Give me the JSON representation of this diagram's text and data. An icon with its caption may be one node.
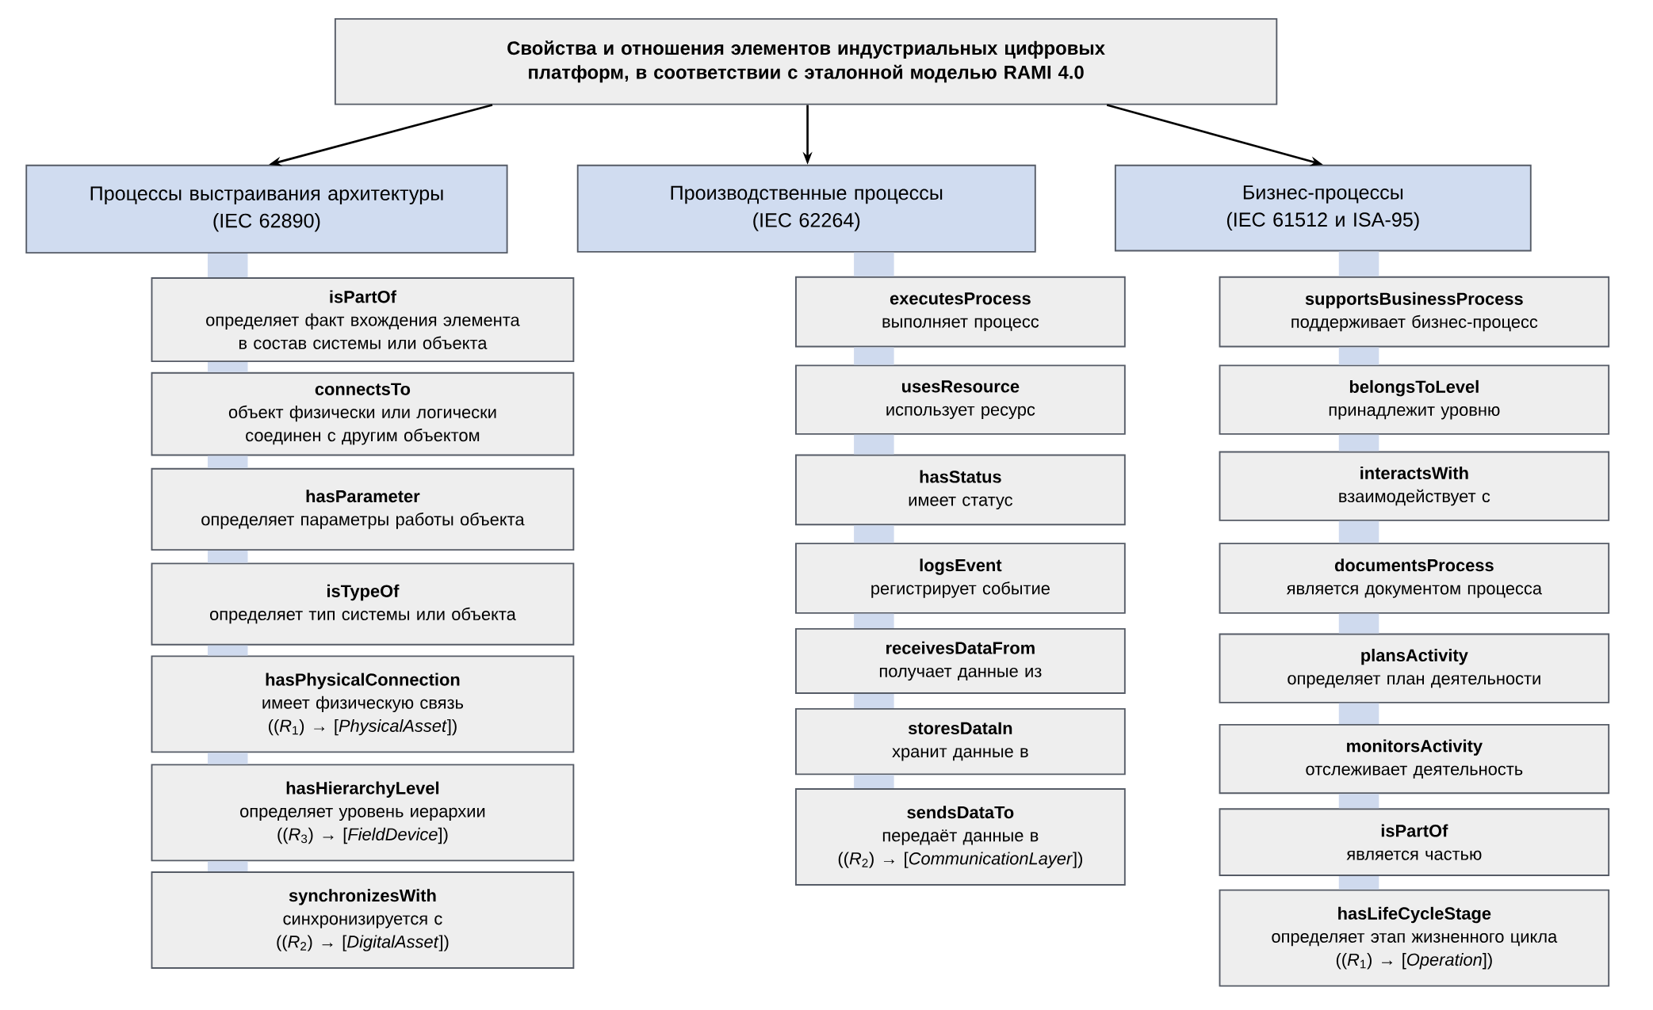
{
  "diagram": {
    "nodes": [
      {
        "text": [
          "Свойства и отношения элементов индустриальных цифровых платформ, в соответствии с эталонной моделью RAMI 4.0"
        ]
      },
      {
        "text": [
          "Процессы выстраивания архитектуры",
          "(IEC 62890)"
        ]
      },
      {
        "text": [
          "Производственные процессы",
          "(IEC 62264)"
        ]
      },
      {
        "text": [
          "Бизнес-процессы",
          "(IEC 61512 и ISA-95)"
        ]
      },
      {
        "text": [
          "isPartOf",
          "определяет факт вхождения элемента в состав системы или объекта"
        ]
      },
      {
        "text": [
          "connectsTo",
          "объект физически или логически соединен с другим объектом"
        ]
      },
      {
        "text": [
          "hasParameter",
          "определяет параметры работы объекта"
        ]
      },
      {
        "text": [
          "isTypeOf",
          "определяет тип системы или объекта"
        ]
      },
      {
        "text": [
          "hasPhysicalConnection",
          "имеет физическую связь",
          "((*R*$_{1}$) → [*PhysicalAsset*])"
        ]
      },
      {
        "text": [
          "hasHierarchyLevel",
          "определяет уровень иерархии",
          "((*R*$_{3}$) → [*FieldDevice*])"
        ]
      },
      {
        "text": [
          "synchronizesWith",
          "синхронизируется с",
          "((*R*$_{2}$) → [*DigitalAsset*])"
        ]
      },
      {
        "text": [
          "executesProcess",
          "выполняет процесс"
        ]
      },
      {
        "text": [
          "usesResource",
          "использует ресурс"
        ]
      },
      {
        "text": [
          "hasStatus",
          "имеет статус"
        ]
      },
      {
        "text": [
          "logsEvent",
          "регистрирует событие"
        ]
      },
      {
        "text": [
          "receivesDataFrom",
          "получает данные из"
        ]
      },
      {
        "text": [
          "storesDataIn",
          "хранит данные в"
        ]
      },
      {
        "text": [
          "sendsDataTo",
          "передаёт данные в",
          "((*R*$_{2}$) → [*CommunicationLayer*])"
        ]
      },
      {
        "text": [
          "supportsBusinessProcess",
          "поддерживает бизнес-процесс"
        ]
      },
      {
        "text": [
          "belongsToLevel",
          "принадлежит уровню"
        ]
      },
      {
        "text": [
          "interactsWith",
          "взаимодействует с"
        ]
      },
      {
        "text": [
          "documentsProcess",
          "является документом процесса"
        ]
      },
      {
        "text": [
          "plansActivity",
          "определяет план деятельности"
        ]
      },
      {
        "text": [
          "monitorsActivity",
          "отслеживает деятельность"
        ]
      },
      {
        "text": [
          "isPartOf",
          "является частью"
        ]
      },
      {
        "text": [
          "hasLifeCycleStage",
          "определяет этап жизненного цикла",
          "((*R*$_{1}$) → [*Operation*])"
        ]
      }
    ],
    "edges": [
      {
        "from": 0,
        "to": 1,
        "arrow": "to",
        "color": "#000000"
      },
      {
        "from": 0,
        "to": 2,
        "arrow": "to",
        "color": "#000000"
      },
      {
        "from": 0,
        "to": 3,
        "arrow": "to",
        "color": "#000000"
      },
      {
        "from": 1,
        "to": 4,
        "arrow": "none"
      },
      {
        "from": 4,
        "to": 5,
        "arrow": "none"
      },
      {
        "from": 5,
        "to": 6,
        "arrow": "none"
      },
      {
        "from": 6,
        "to": 7,
        "arrow": "none"
      },
      {
        "from": 7,
        "to": 8,
        "arrow": "none"
      },
      {
        "from": 8,
        "to": 9,
        "arrow": "none"
      },
      {
        "from": 9,
        "to": 10,
        "arrow": "none"
      },
      {
        "from": 2,
        "to": 11,
        "arrow": "none"
      },
      {
        "from": 11,
        "to": 12,
        "arrow": "none"
      },
      {
        "from": 12,
        "to": 13,
        "arrow": "none"
      },
      {
        "from": 13,
        "to": 14,
        "arrow": "none"
      },
      {
        "from": 14,
        "to": 15,
        "arrow": "none"
      },
      {
        "from": 15,
        "to": 16,
        "arrow": "none"
      },
      {
        "from": 16,
        "to": 17,
        "arrow": "none"
      },
      {
        "from": 3,
        "to": 18,
        "arrow": "none"
      },
      {
        "from": 18,
        "to": 19,
        "arrow": "none"
      },
      {
        "from": 19,
        "to": 20,
        "arrow": "none"
      },
      {
        "from": 20,
        "to": 21,
        "arrow": "none"
      },
      {
        "from": 21,
        "to": 22,
        "arrow": "none"
      },
      {
        "from": 22,
        "to": 23,
        "arrow": "none"
      },
      {
        "from": 23,
        "to": 24,
        "arrow": "none"
      },
      {
        "from": 24,
        "to": 25,
        "arrow": "none"
      }
    ]
  }
}
